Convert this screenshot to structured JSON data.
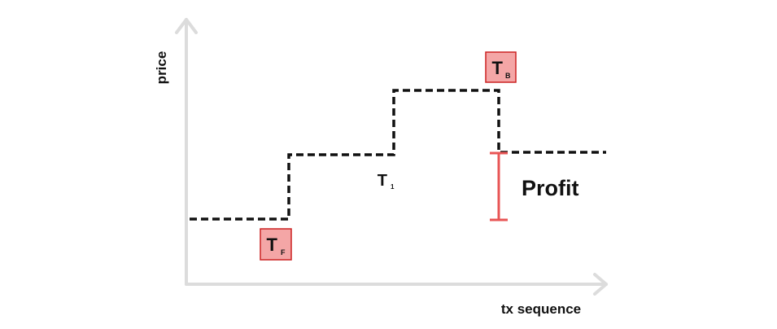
{
  "axes": {
    "y_label": "price",
    "x_label": "tx sequence"
  },
  "markers": {
    "front_run": {
      "main": "T",
      "sub": "F"
    },
    "target": {
      "main": "T",
      "sub": "1"
    },
    "back_run": {
      "main": "T",
      "sub": "B"
    }
  },
  "profit_label": "Profit",
  "price_levels": [
    {
      "segment": "before-front-run",
      "level": 1
    },
    {
      "segment": "after-front-run",
      "level": 2
    },
    {
      "segment": "after-target",
      "level": 3
    },
    {
      "segment": "after-back-run",
      "level": 2
    }
  ],
  "colors": {
    "axis": "#dcdcdc",
    "line": "#111111",
    "marker_fill": "#f4a6a6",
    "marker_border": "#cc2222",
    "profit_bar": "#e85555"
  }
}
